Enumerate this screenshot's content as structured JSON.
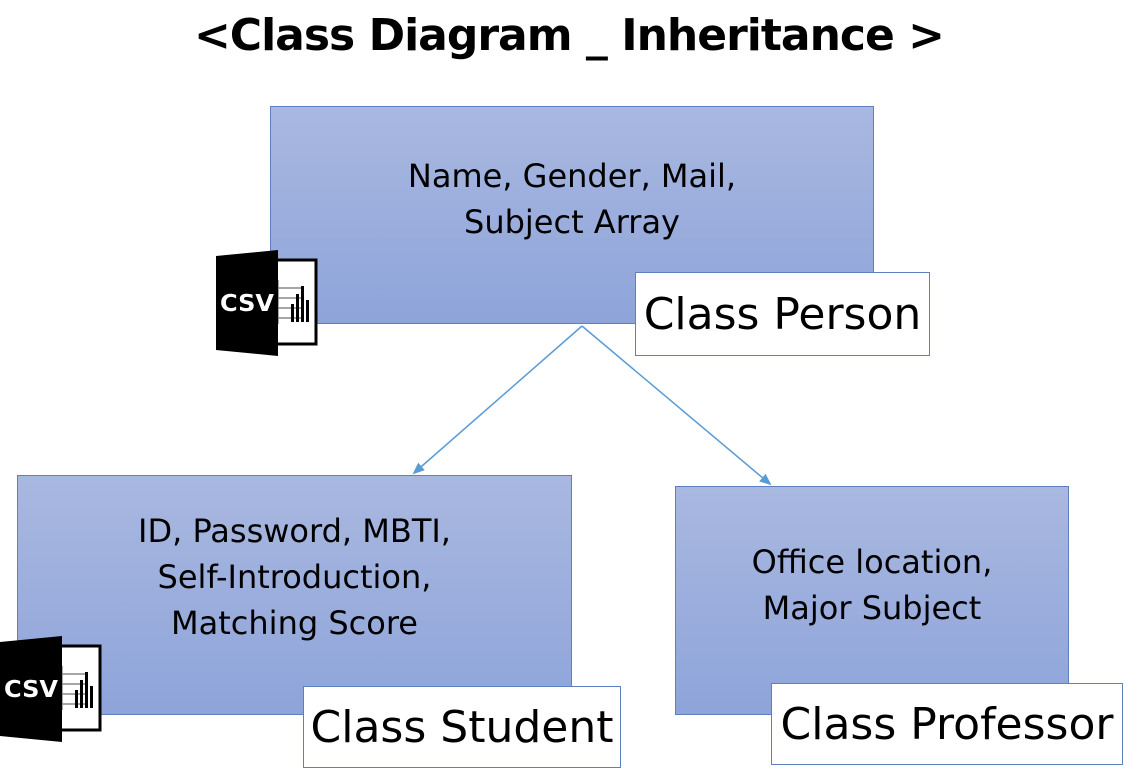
{
  "title": "<Class Diagram _ Inheritance >",
  "classes": {
    "person": {
      "label": "Class Person",
      "attributes": "Name, Gender, Mail,\nSubject Array"
    },
    "student": {
      "label": "Class Student",
      "attributes": "ID, Password, MBTI,\nSelf-Introduction,\nMatching Score"
    },
    "professor": {
      "label": "Class Professor",
      "attributes": "Office location,\nMajor Subject"
    }
  },
  "icons": {
    "csv_text": "CSV",
    "csv_icon_name": "csv-file-icon"
  },
  "colors": {
    "box_top": "#a9b8e0",
    "box_bottom": "#8ea4da",
    "border": "#5f7fbf",
    "arrow": "#5b9bd5"
  }
}
